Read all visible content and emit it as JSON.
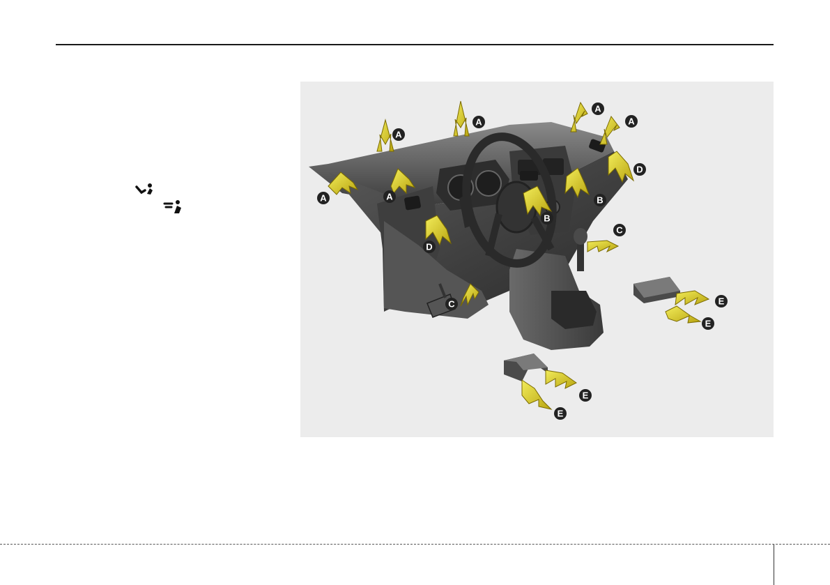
{
  "figure": {
    "outlet_badges": [
      {
        "letter": "A"
      },
      {
        "letter": "A"
      },
      {
        "letter": "A"
      },
      {
        "letter": "A"
      },
      {
        "letter": "A"
      },
      {
        "letter": "A"
      },
      {
        "letter": "B"
      },
      {
        "letter": "B"
      },
      {
        "letter": "C"
      },
      {
        "letter": "C"
      },
      {
        "letter": "D"
      },
      {
        "letter": "D"
      },
      {
        "letter": "E"
      },
      {
        "letter": "E"
      },
      {
        "letter": "E"
      },
      {
        "letter": "E"
      }
    ]
  },
  "icons": {
    "floor_mode": "floor-vent-icon",
    "face_mode": "face-vent-icon"
  },
  "colors": {
    "panel_bg": "#ececec",
    "dashboard": "#4a4a4a",
    "airflow_arrow": "#d8c81a",
    "badge": "#222222"
  }
}
